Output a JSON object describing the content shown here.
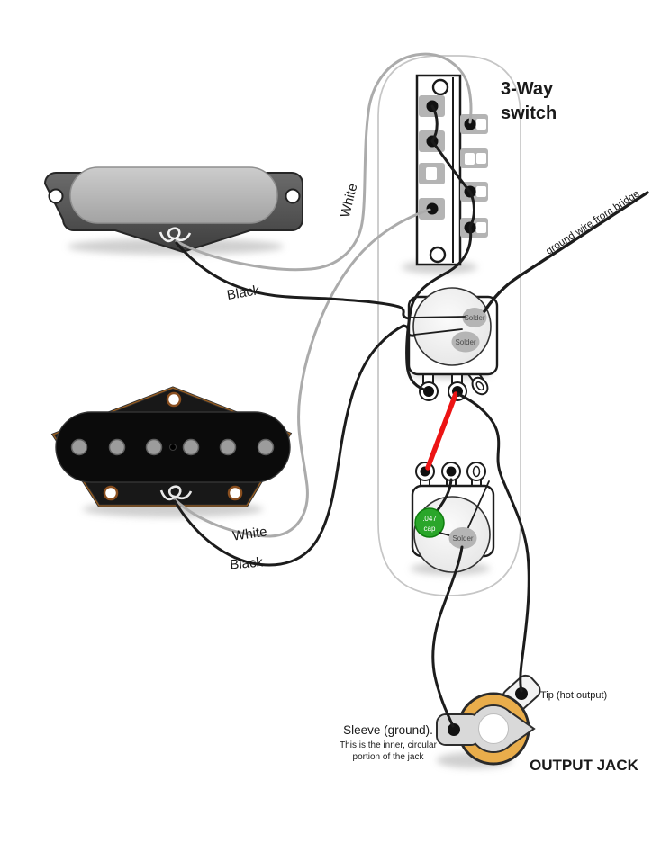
{
  "diagram": {
    "switch_title": {
      "line1": "3-Way",
      "line2": "switch"
    },
    "labels": {
      "neck_white": "White",
      "neck_black": "Black",
      "bridge_white": "White",
      "bridge_black": "Black",
      "bridge_ground": "ground wire from bridge"
    },
    "solder_label": "Solder",
    "cap_label": {
      "line1": ".047",
      "line2": "cap"
    },
    "jack": {
      "tip": "Tip (hot output)",
      "sleeve_title": "Sleeve (ground).",
      "sleeve_desc1": "This is the inner, circular",
      "sleeve_desc2": "portion of the jack",
      "title": "OUTPUT JACK"
    },
    "colors": {
      "wire_black": "#1c1c1c",
      "wire_white": "#ababab",
      "wire_red": "#ec1414",
      "cap_green": "#2aa62a",
      "jack_gold": "#e9ad4b",
      "solder_gray": "#b5b5b5",
      "plate_outline": "#c6c6c6"
    }
  }
}
